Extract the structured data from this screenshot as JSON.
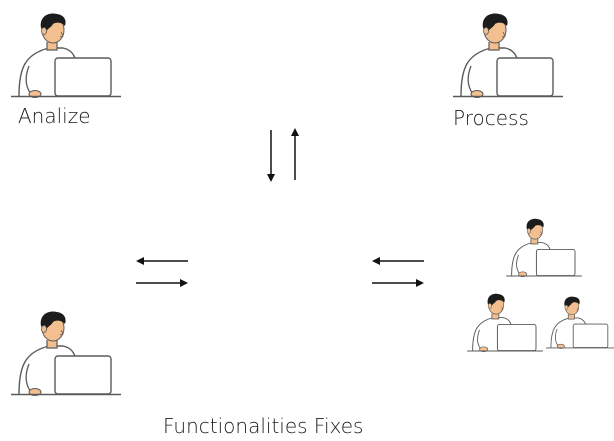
{
  "labels": {
    "analize": "Analize",
    "process": "Process",
    "functionalities_fixes": "Functionalities Fixes"
  },
  "colors": {
    "skin": "#f4bf8f",
    "hair": "#1c1c1c",
    "line": "#5a5a5a",
    "shirt": "#ffffff",
    "arrow": "#111111",
    "text": "#1a1a1a"
  },
  "icons": {
    "person": "person-at-laptop-icon",
    "team": "team-at-laptops-icon",
    "arrow_up": "arrow-up-icon",
    "arrow_down": "arrow-down-icon",
    "arrow_left": "arrow-left-icon",
    "arrow_right": "arrow-right-icon"
  }
}
